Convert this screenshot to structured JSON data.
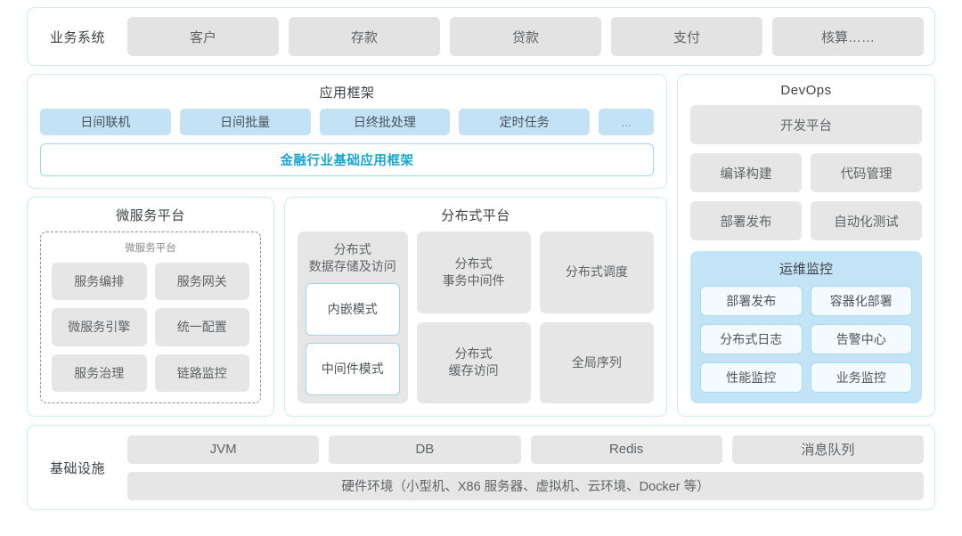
{
  "business_systems": {
    "label": "业务系统",
    "tiles": [
      "客户",
      "存款",
      "贷款",
      "支付",
      "核算……"
    ]
  },
  "application_framework": {
    "title": "应用框架",
    "tiles": [
      "日间联机",
      "日间批量",
      "日终批处理",
      "定时任务",
      "..."
    ],
    "base_bar": "金融行业基础应用框架"
  },
  "microservice_platform": {
    "title": "微服务平台",
    "inner_title": "微服务平台",
    "tiles": [
      "服务编排",
      "服务网关",
      "微服务引擎",
      "统一配置",
      "服务治理",
      "链路监控"
    ]
  },
  "distributed_platform": {
    "title": "分布式平台",
    "storage_tile": {
      "label": "分布式\n数据存储及访问",
      "label_line1": "分布式",
      "label_line2": "数据存储及访问",
      "modes": [
        "内嵌模式",
        "中间件模式"
      ]
    },
    "tiles": [
      {
        "line1": "分布式",
        "line2": "事务中间件"
      },
      {
        "line1": "分布式调度",
        "line2": ""
      },
      {
        "line1": "分布式",
        "line2": "缓存访问"
      },
      {
        "line1": "全局序列",
        "line2": ""
      }
    ]
  },
  "devops": {
    "title": "DevOps",
    "platform_tile": "开发平台",
    "tiles": [
      "编译构建",
      "代码管理",
      "部署发布",
      "自动化测试"
    ],
    "ops_monitoring": {
      "title": "运维监控",
      "tiles": [
        "部署发布",
        "容器化部署",
        "分布式日志",
        "告警中心",
        "性能监控",
        "业务监控"
      ]
    }
  },
  "infrastructure": {
    "label": "基础设施",
    "tiles": [
      "JVM",
      "DB",
      "Redis",
      "消息队列"
    ],
    "hardware_bar": "硬件环境（小型机、X86 服务器、虚拟机、云环境、Docker 等）"
  },
  "colors": {
    "card_border": "#cfeaf0",
    "gray_tile": "#e6e6e6",
    "blue_tile": "#c3e2f5",
    "accent_cyan": "#1fa4cc",
    "ops_panel": "#c3e4f7"
  }
}
